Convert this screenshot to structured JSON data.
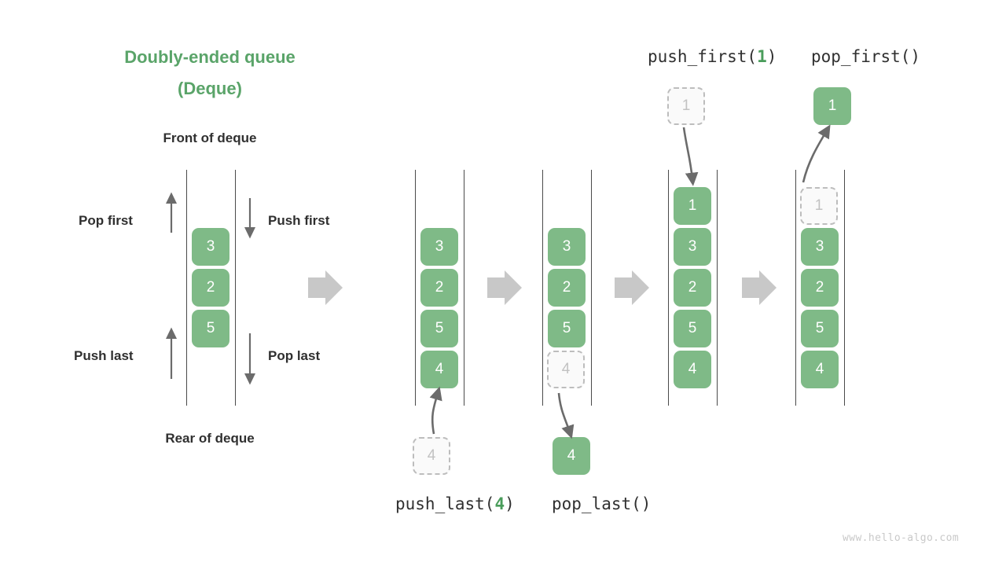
{
  "title": {
    "line1": "Doubly-ended queue",
    "line2": "(Deque)"
  },
  "labels": {
    "front": "Front of deque",
    "rear": "Rear of deque",
    "pop_first": "Pop first",
    "push_first": "Push first",
    "push_last": "Push last",
    "pop_last": "Pop last"
  },
  "operations": {
    "push_last_pre": "push_last(",
    "push_last_arg": "4",
    "push_last_post": ")",
    "pop_last": "pop_last()",
    "push_first_pre": "push_first(",
    "push_first_arg": "1",
    "push_first_post": ")",
    "pop_first": "pop_first()"
  },
  "colors": {
    "accent": "#5aa469",
    "box": "#7fba87",
    "box_text": "#ffffff",
    "ghost_border": "#bdbdbd",
    "ghost_fill": "#fafafa",
    "ghost_text": "#c2c2c2",
    "rail": "#4a4a4a",
    "arrow": "#c8c8c8",
    "thin_arrow": "#6b6b6b",
    "text": "#2f2f2f"
  },
  "panels": [
    {
      "name": "initial-deque",
      "items": [
        "3",
        "2",
        "5"
      ],
      "states": [
        "solid",
        "solid",
        "solid"
      ]
    },
    {
      "name": "after-push-last",
      "items": [
        "3",
        "2",
        "5",
        "4"
      ],
      "states": [
        "solid",
        "solid",
        "solid",
        "solid"
      ],
      "external": {
        "value": "4",
        "state": "ghost",
        "position": "below"
      }
    },
    {
      "name": "after-pop-last",
      "items": [
        "3",
        "2",
        "5",
        "4"
      ],
      "states": [
        "solid",
        "solid",
        "solid",
        "ghost"
      ],
      "external": {
        "value": "4",
        "state": "solid",
        "position": "below"
      }
    },
    {
      "name": "after-push-first",
      "items": [
        "1",
        "3",
        "2",
        "5",
        "4"
      ],
      "states": [
        "solid",
        "solid",
        "solid",
        "solid",
        "solid"
      ],
      "external": {
        "value": "1",
        "state": "ghost",
        "position": "above"
      }
    },
    {
      "name": "after-pop-first",
      "items": [
        "1",
        "3",
        "2",
        "5",
        "4"
      ],
      "states": [
        "ghost",
        "solid",
        "solid",
        "solid",
        "solid"
      ],
      "external": {
        "value": "1",
        "state": "solid",
        "position": "above"
      }
    }
  ],
  "watermark": "www.hello-algo.com",
  "chart_data": {
    "type": "diagram",
    "title": "Doubly-ended queue (Deque)",
    "sequence": [
      {
        "step": 0,
        "deque": [
          "3",
          "2",
          "5"
        ],
        "op": null
      },
      {
        "step": 1,
        "deque": [
          "3",
          "2",
          "5",
          "4"
        ],
        "op": "push_last(4)"
      },
      {
        "step": 2,
        "deque": [
          "3",
          "2",
          "5"
        ],
        "op": "pop_last()",
        "returned": "4"
      },
      {
        "step": 3,
        "deque": [
          "1",
          "3",
          "2",
          "5",
          "4"
        ],
        "op": "push_first(1)"
      },
      {
        "step": 4,
        "deque": [
          "3",
          "2",
          "5",
          "4"
        ],
        "op": "pop_first()",
        "returned": "1"
      }
    ]
  }
}
